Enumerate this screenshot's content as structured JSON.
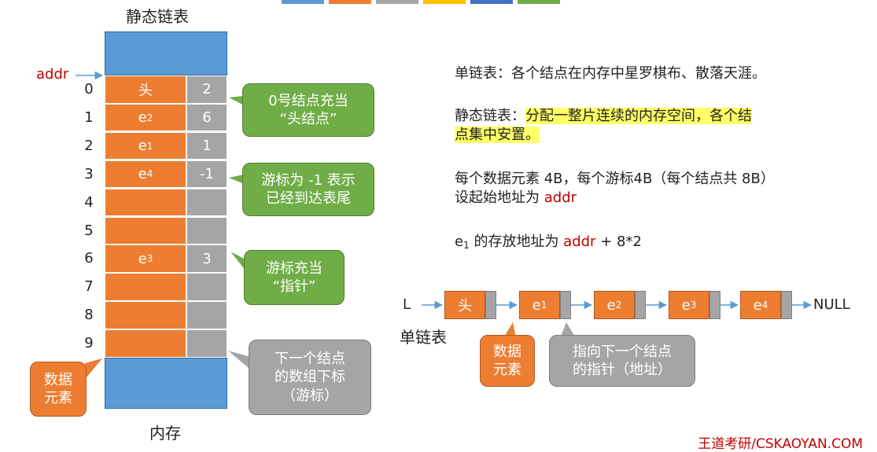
{
  "colors": {
    "memory_blue": "#5b9bd5",
    "data_orange": "#ed7d31",
    "cursor_gray": "#a5a5a5",
    "callout_green": "#70ad47",
    "highlight_yellow": "#ffff66",
    "accent_red": "#c00000"
  },
  "memory": {
    "title": "静态链表",
    "bottom_label": "内存",
    "addr_label": "addr",
    "rows": [
      {
        "index": "0",
        "data": "头",
        "sub": "",
        "cursor": "2"
      },
      {
        "index": "1",
        "data": "e",
        "sub": "2",
        "cursor": "6"
      },
      {
        "index": "2",
        "data": "e",
        "sub": "1",
        "cursor": "1"
      },
      {
        "index": "3",
        "data": "e",
        "sub": "4",
        "cursor": "-1"
      },
      {
        "index": "4",
        "data": "",
        "sub": "",
        "cursor": ""
      },
      {
        "index": "5",
        "data": "",
        "sub": "",
        "cursor": ""
      },
      {
        "index": "6",
        "data": "e",
        "sub": "3",
        "cursor": "3"
      },
      {
        "index": "7",
        "data": "",
        "sub": "",
        "cursor": ""
      },
      {
        "index": "8",
        "data": "",
        "sub": "",
        "cursor": ""
      },
      {
        "index": "9",
        "data": "",
        "sub": "",
        "cursor": ""
      }
    ]
  },
  "callouts": {
    "head_node": {
      "line1": "0号结点充当",
      "line2": "“头结点”"
    },
    "tail": {
      "line1": "游标为 -1 表示",
      "line2": "已经到达表尾"
    },
    "pointer": {
      "line1": "游标充当",
      "line2": "“指针”"
    },
    "next_index": {
      "line1": "下一个结点",
      "line2": "的数组下标",
      "line3": "（游标）"
    },
    "data_elem_left": {
      "line1": "数据",
      "line2": "元素"
    },
    "data_elem_ll": {
      "line1": "数据",
      "line2": "元素"
    },
    "next_ptr": {
      "line1": "指向下一个结点",
      "line2": "的指针（地址）"
    }
  },
  "text": {
    "single_list_desc": "单链表：各个结点在内存中星罗棋布、散落天涯。",
    "static_prefix": "静态链表：",
    "static_highlight_1": "分配一整片连续的内存空间，各个结",
    "static_highlight_2": "点集中安置。",
    "size_line": "每个数据元素 4B，每个游标4B（每个结点共 8B）",
    "start_prefix": "设起始地址为 ",
    "start_addr": "addr",
    "e1_prefix": "e",
    "e1_sub": "1",
    "e1_mid": " 的存放地址为 ",
    "e1_addr": "addr",
    "e1_suffix": " + 8*2"
  },
  "linked_list": {
    "head_ptr": "L",
    "label": "单链表",
    "end": "NULL",
    "nodes": [
      {
        "data": "头",
        "sub": ""
      },
      {
        "data": "e",
        "sub": "1"
      },
      {
        "data": "e",
        "sub": "2"
      },
      {
        "data": "e",
        "sub": "3"
      },
      {
        "data": "e",
        "sub": "4"
      }
    ]
  },
  "watermark": "王道考研/CSKAOYAN.COM"
}
